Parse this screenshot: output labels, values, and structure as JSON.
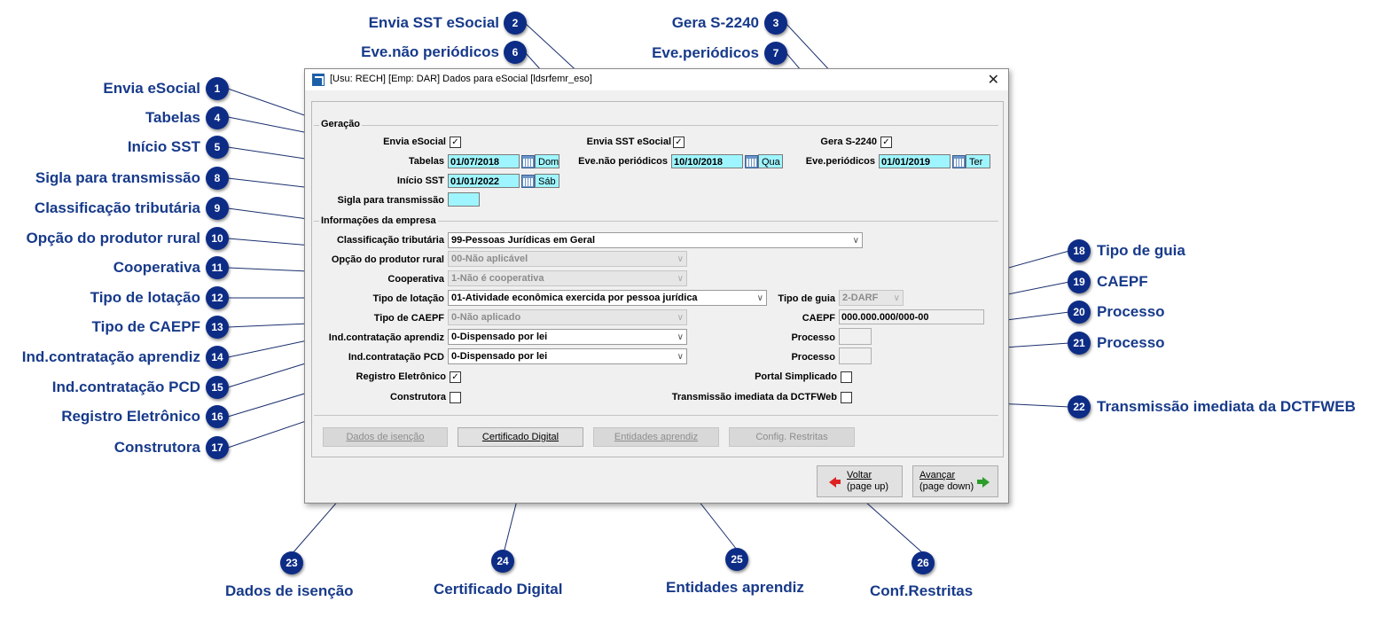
{
  "window": {
    "title": "[Usu: RECH] [Emp: DAR] Dados para eSocial [ldsrfemr_eso]",
    "close": "✕"
  },
  "geracao": {
    "section": "Geração",
    "envia_esocial": {
      "label": "Envia eSocial",
      "checked": true
    },
    "envia_sst": {
      "label": "Envia SST eSocial",
      "checked": true
    },
    "gera_s2240": {
      "label": "Gera S-2240",
      "checked": true
    },
    "tabelas": {
      "label": "Tabelas",
      "value": "01/07/2018",
      "day": "Dom"
    },
    "eve_nao_periodicos": {
      "label": "Eve.não periódicos",
      "value": "10/10/2018",
      "day": "Qua"
    },
    "eve_periodicos": {
      "label": "Eve.periódicos",
      "value": "01/01/2019",
      "day": "Ter"
    },
    "inicio_sst": {
      "label": "Início SST",
      "value": "01/01/2022",
      "day": "Sáb"
    },
    "sigla": {
      "label": "Sigla para transmissão",
      "value": ""
    }
  },
  "empresa": {
    "section": "Informações da empresa",
    "classificacao": {
      "label": "Classificação tributária",
      "value": "99-Pessoas Jurídicas em Geral"
    },
    "opcao_produtor": {
      "label": "Opção do produtor rural",
      "value": "00-Não aplicável"
    },
    "cooperativa": {
      "label": "Cooperativa",
      "value": "1-Não é cooperativa"
    },
    "tipo_lotacao": {
      "label": "Tipo de lotação",
      "value": "01-Atividade econômica exercida por pessoa jurídica"
    },
    "tipo_guia": {
      "label": "Tipo de guia",
      "value": "2-DARF"
    },
    "tipo_caepf": {
      "label": "Tipo de CAEPF",
      "value": "0-Não aplicado"
    },
    "caepf": {
      "label": "CAEPF",
      "value": "000.000.000/000-00"
    },
    "aprendiz": {
      "label": "Ind.contratação aprendiz",
      "value": "0-Dispensado por lei"
    },
    "processo1": {
      "label": "Processo",
      "value": ""
    },
    "pcd": {
      "label": "Ind.contratação PCD",
      "value": "0-Dispensado por lei"
    },
    "processo2": {
      "label": "Processo",
      "value": ""
    },
    "registro_eletronico": {
      "label": "Registro Eletrônico",
      "checked": true
    },
    "portal_simplicado": {
      "label": "Portal Simplicado",
      "checked": false
    },
    "construtora": {
      "label": "Construtora",
      "checked": false
    },
    "transmissao_dctfweb": {
      "label": "Transmissão imediata da DCTFWeb",
      "checked": false
    }
  },
  "buttons": {
    "dados_isencao": "Dados de isenção",
    "certificado": "Certificado Digital",
    "entidades": "Entidades aprendiz",
    "config": "Config. Restritas",
    "voltar_1": "Voltar",
    "voltar_2": "(page up)",
    "avancar_1": "Avançar",
    "avancar_2": "(page down)"
  },
  "callouts": [
    {
      "n": "1",
      "text": "Envia eSocial"
    },
    {
      "n": "2",
      "text": "Envia SST eSocial"
    },
    {
      "n": "3",
      "text": "Gera S-2240"
    },
    {
      "n": "4",
      "text": "Tabelas"
    },
    {
      "n": "5",
      "text": "Início SST"
    },
    {
      "n": "6",
      "text": "Eve.não periódicos"
    },
    {
      "n": "7",
      "text": "Eve.periódicos"
    },
    {
      "n": "8",
      "text": "Sigla para transmissão"
    },
    {
      "n": "9",
      "text": "Classificação tributária"
    },
    {
      "n": "10",
      "text": "Opção do produtor rural"
    },
    {
      "n": "11",
      "text": "Cooperativa"
    },
    {
      "n": "12",
      "text": "Tipo de lotação"
    },
    {
      "n": "13",
      "text": "Tipo de CAEPF"
    },
    {
      "n": "14",
      "text": "Ind.contratação aprendiz"
    },
    {
      "n": "15",
      "text": "Ind.contratação PCD"
    },
    {
      "n": "16",
      "text": "Registro Eletrônico"
    },
    {
      "n": "17",
      "text": "Construtora"
    },
    {
      "n": "18",
      "text": "Tipo de guia"
    },
    {
      "n": "19",
      "text": "CAEPF"
    },
    {
      "n": "20",
      "text": "Processo"
    },
    {
      "n": "21",
      "text": "Processo"
    },
    {
      "n": "22",
      "text": "Transmissão imediata da DCTFWEB"
    },
    {
      "n": "23",
      "text": "Dados de isenção"
    },
    {
      "n": "24",
      "text": "Certificado Digital"
    },
    {
      "n": "25",
      "text": "Entidades aprendiz"
    },
    {
      "n": "26",
      "text": "Conf.Restritas"
    }
  ]
}
